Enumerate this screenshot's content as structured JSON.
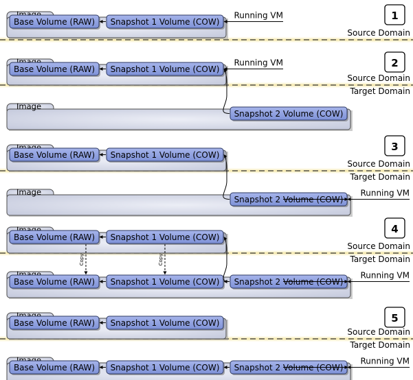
{
  "steps": [
    {
      "number": "1",
      "rows": [
        {
          "image_label": "Image",
          "volumes": [
            "Base Volume (RAW)",
            "Snapshot 1 Volume (COW)"
          ],
          "running_vm": "Running VM"
        }
      ],
      "domains": [
        "Source Domain"
      ]
    },
    {
      "number": "2",
      "rows": [
        {
          "image_label": "Image",
          "volumes": [
            "Base Volume (RAW)",
            "Snapshot 1 Volume (COW)"
          ],
          "running_vm": "Running VM"
        },
        {
          "image_label": "Image",
          "volumes": [
            "Snapshot 2 Volume (COW)"
          ],
          "running_vm": ""
        }
      ],
      "domains": [
        "Source Domain",
        "Target Domain"
      ]
    },
    {
      "number": "3",
      "rows": [
        {
          "image_label": "Image",
          "volumes": [
            "Base Volume (RAW)",
            "Snapshot 1 Volume (COW)"
          ],
          "running_vm": ""
        },
        {
          "image_label": "Image",
          "volumes": [
            "Snapshot 2 Volume (COW)"
          ],
          "running_vm": "Running VM"
        }
      ],
      "domains": [
        "Source Domain",
        "Target Domain"
      ]
    },
    {
      "number": "4",
      "rows": [
        {
          "image_label": "Image",
          "volumes": [
            "Base Volume (RAW)",
            "Snapshot 1 Volume (COW)"
          ],
          "running_vm": ""
        },
        {
          "image_label": "Image",
          "volumes": [
            "Base Volume (RAW)",
            "Snapshot 1 Volume (COW)",
            "Snapshot 2 Volume (COW)"
          ],
          "running_vm": "Running VM"
        }
      ],
      "domains": [
        "Source Domain",
        "Target Domain"
      ],
      "copy_labels": [
        "Copy",
        "Copy"
      ]
    },
    {
      "number": "5",
      "rows": [
        {
          "image_label": "Image",
          "volumes": [
            "Base Volume (RAW)",
            "Snapshot 1 Volume (COW)"
          ],
          "running_vm": ""
        },
        {
          "image_label": "Image",
          "volumes": [
            "Base Volume (RAW)",
            "Snapshot 1 Volume (COW)",
            "Snapshot 2 Volume (COW)"
          ],
          "running_vm": "Running VM"
        }
      ],
      "domains": [
        "Source Domain",
        "Target Domain"
      ]
    }
  ],
  "colors": {
    "volume_fill": "#8b9ee0",
    "volume_stroke": "#2e3a63",
    "image_fill": "#d5d9e8",
    "image_stroke": "#4a4a4a",
    "divider_glow": "#f5e9a8"
  }
}
